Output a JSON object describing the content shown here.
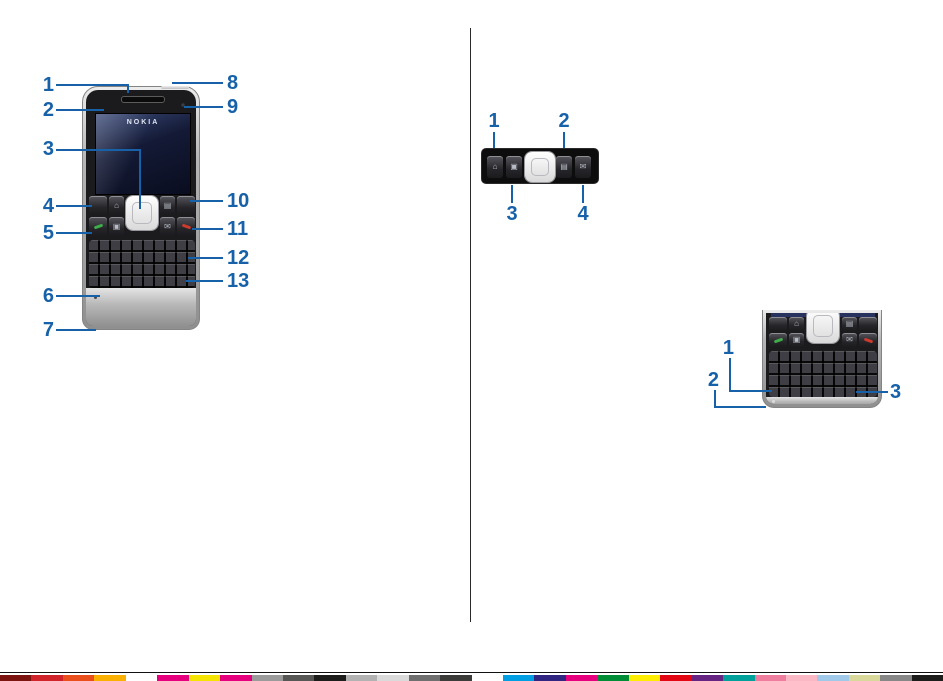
{
  "colors": {
    "accent": "#1661a8",
    "page_bg": "#ffffff"
  },
  "front_view": {
    "brand": "NOKIA",
    "left_callouts": [
      "1",
      "2",
      "3",
      "4",
      "5",
      "6",
      "7"
    ],
    "right_callouts": [
      "8",
      "9",
      "10",
      "11",
      "12",
      "13"
    ]
  },
  "scroll_key_view": {
    "callouts": [
      "1",
      "2",
      "3",
      "4"
    ]
  },
  "keyboard_view": {
    "callouts": [
      "1",
      "2",
      "3"
    ]
  },
  "icons": {
    "home": "⌂",
    "contacts": "▣",
    "calendar": "▤",
    "email": "✉"
  },
  "print_bar": {
    "segments": [
      "#7c150f",
      "#d0232a",
      "#e94e1b",
      "#f9b000",
      "#ffffff",
      "#e6007e",
      "#f5e400",
      "#e6007e",
      "#9c9b9b",
      "#575756",
      "#1d1d1b",
      "#b2b2b2",
      "#dadada",
      "#706f6f",
      "#3c3c3b",
      "#ffffff",
      "#009fe3",
      "#312783",
      "#e6007e",
      "#008d36",
      "#ffed00",
      "#e30613",
      "#662483",
      "#00a19a",
      "#ef7d9e",
      "#f9b8c4",
      "#a0c8e8",
      "#d8d89a",
      "#878787",
      "#1d1d1b"
    ]
  }
}
